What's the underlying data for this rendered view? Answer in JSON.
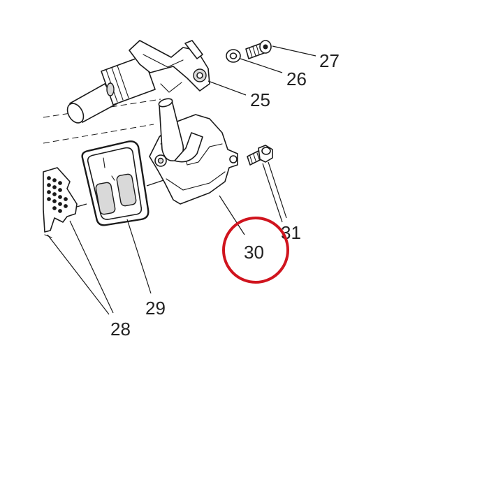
{
  "callouts": {
    "c25": "25",
    "c26": "26",
    "c27": "27",
    "c28": "28",
    "c29": "29",
    "c30": "30",
    "c31": "31"
  },
  "highlight": {
    "label": "30",
    "color": "#d0141e"
  },
  "colors": {
    "line": "#1a1a1a",
    "shade": "#d9d9d9",
    "background": "#ffffff"
  }
}
